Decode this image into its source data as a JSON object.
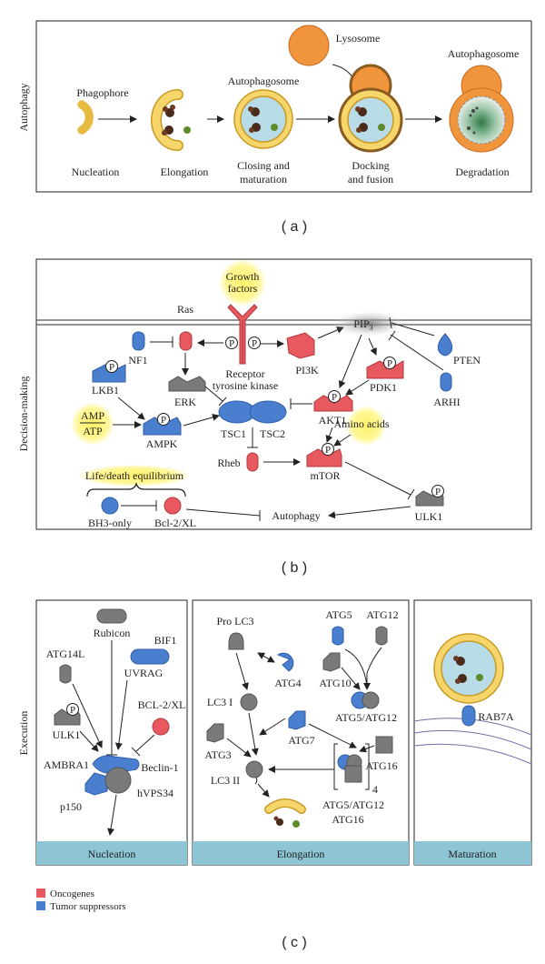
{
  "colors": {
    "oncogene": "#e8585f",
    "tumor_suppressor": "#4a7fd0",
    "gray_protein": "#7a7a7a",
    "membrane_yellow": "#f2c44a",
    "lumen_blue": "#b8dbe8",
    "lysosome_orange": "#f0953c",
    "footer_band": "#8ec5d4",
    "highlight_yellow": "#fff36a"
  },
  "panel_a": {
    "side_label": "Autophagy",
    "caption": "( a )",
    "stages": {
      "phagophore": "Phagophore",
      "nucleation": "Nucleation",
      "elongation": "Elongation",
      "autophagosome_1": "Autophagosome",
      "closing_1": "Closing and",
      "closing_2": "maturation",
      "lysosome": "Lysosome",
      "docking_1": "Docking",
      "docking_2": "and fusion",
      "autophagosome_2": "Autophagosome",
      "degradation": "Degradation"
    }
  },
  "panel_b": {
    "side_label": "Decision-making",
    "caption": "( b )",
    "nodes": {
      "growth_1": "Growth",
      "growth_2": "factors",
      "ras": "Ras",
      "pip3_base": "PIP",
      "pip3_sub": "3",
      "nf1": "NF1",
      "receptor_1": "Receptor",
      "receptor_2": "tyrosine kinase",
      "pi3k": "PI3K",
      "pten": "PTEN",
      "lkb1": "LKB1",
      "erk": "ERK",
      "pdk1": "PDK1",
      "arhi": "ARHI",
      "amp": "AMP",
      "atp": "ATP",
      "ampk": "AMPK",
      "tsc1": "TSC1",
      "tsc2": "TSC2",
      "akt1": "AKT1",
      "amino_acids": "Amino acids",
      "rheb": "Rheb",
      "mtor": "mTOR",
      "life_death": "Life/death equilibrium",
      "bh3": "BH3-only",
      "bcl2": "Bcl-2/XL",
      "autophagy": "Autophagy",
      "ulk1": "ULK1",
      "p": "P"
    }
  },
  "panel_c": {
    "side_label": "Execution",
    "caption": "( c )",
    "nucleation": {
      "footer": "Nucleation",
      "rubicon": "Rubicon",
      "bif1": "BIF1",
      "atg14l": "ATG14L",
      "uvrag": "UVRAG",
      "bcl2xl": "BCL-2/XL",
      "ulk1": "ULK1",
      "ambra1": "AMBRA1",
      "beclin1": "Beclin-1",
      "hvps34": "hVPS34",
      "p150": "p150"
    },
    "elongation": {
      "footer": "Elongation",
      "prolc3": "Pro LC3",
      "atg5": "ATG5",
      "atg12": "ATG12",
      "atg4": "ATG4",
      "atg10": "ATG10",
      "lc3i": "LC3 I",
      "atg5_12": "ATG5/ATG12",
      "atg7": "ATG7",
      "atg3": "ATG3",
      "atg16": "ATG16",
      "lc3ii": "LC3 II",
      "four": "4",
      "complex_1": "ATG5/ATG12",
      "complex_2": "ATG16"
    },
    "maturation": {
      "footer": "Maturation",
      "rab7a": "RAB7A"
    }
  },
  "legend": {
    "oncogenes": "Oncogenes",
    "tumor_suppressors": "Tumor suppressors"
  }
}
